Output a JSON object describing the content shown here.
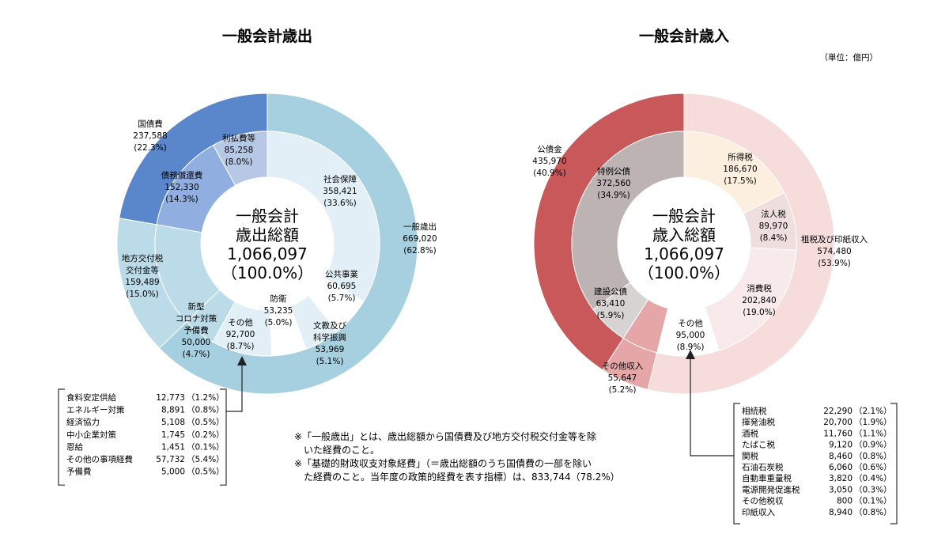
{
  "unit_label": "（単位：億円）",
  "footnotes": [
    "※「一般歳出」とは、歳出総額から国債費及び地方交付税交付金等を除",
    "　いた経費のこと。",
    "※「基礎的財政収支対象経費」（＝歳出総額のうち国債費の一部を除い",
    "　た経費のこと。当年度の政策的経費を表す指標）は、833,744（78.2%）"
  ],
  "chart_data": [
    {
      "type": "pie",
      "title": "一般会計歳出",
      "center_label": [
        "一般会計",
        "歳出総額",
        "1,066,097",
        "（100.0%）"
      ],
      "outer": [
        {
          "name": "一般歳出",
          "value": 669020,
          "pct": "62.8%",
          "color": "#a6cfdf"
        },
        {
          "name": "地方交付税 交付金等",
          "value": 159489,
          "pct": "15.0%",
          "color": "#bcdbe8"
        },
        {
          "name": "国債費",
          "value": 237588,
          "pct": "22.3%",
          "color": "#5a86cc"
        }
      ],
      "inner": [
        {
          "name": "社会保障",
          "value": 358421,
          "pct": "33.6%",
          "color": "#e2eff6"
        },
        {
          "name": "公共事業",
          "value": 60695,
          "pct": "5.7%",
          "color": "#ffffff"
        },
        {
          "name": "文教及び 科学振興",
          "value": 53969,
          "pct": "5.1%",
          "color": "#e2eff6"
        },
        {
          "name": "防衛",
          "value": 53235,
          "pct": "5.0%",
          "color": "#ffffff"
        },
        {
          "name": "その他",
          "value": 92700,
          "pct": "8.7%",
          "color": "#e2eff6"
        },
        {
          "name": "新型 コロナ対策 予備費",
          "value": 50000,
          "pct": "4.7%",
          "color": "#bcdbe8"
        },
        {
          "name": "地方交付税 交付金等",
          "value": 159489,
          "pct": "15.0%",
          "color": "#bcdbe8"
        },
        {
          "name": "債務償還費",
          "value": 152330,
          "pct": "14.3%",
          "color": "#90aee0"
        },
        {
          "name": "利払費等",
          "value": 85258,
          "pct": "8.0%",
          "color": "#b7c8e6"
        }
      ],
      "breakdown": [
        {
          "name": "食料安定供給",
          "value": "12,773",
          "pct": "（1.2%）"
        },
        {
          "name": "エネルギー対策",
          "value": "8,891",
          "pct": "（0.8%）"
        },
        {
          "name": "経済協力",
          "value": "5,108",
          "pct": "（0.5%）"
        },
        {
          "name": "中小企業対策",
          "value": "1,745",
          "pct": "（0.2%）"
        },
        {
          "name": "恩給",
          "value": "1,451",
          "pct": "（0.1%）"
        },
        {
          "name": "その他の事項経費",
          "value": "57,732",
          "pct": "（5.4%）"
        },
        {
          "name": "予備費",
          "value": "5,000",
          "pct": "（0.5%）"
        }
      ]
    },
    {
      "type": "pie",
      "title": "一般会計歳入",
      "center_label": [
        "一般会計",
        "歳入総額",
        "1,066,097",
        "（100.0%）"
      ],
      "outer": [
        {
          "name": "租税及び印紙収入",
          "value": 574480,
          "pct": "53.9%",
          "color": "#f7dcdc"
        },
        {
          "name": "その他収入",
          "value": 55647,
          "pct": "5.2%",
          "color": "#e4a6a6"
        },
        {
          "name": "公債金",
          "value": 435970,
          "pct": "40.9%",
          "color": "#c9585a"
        }
      ],
      "inner": [
        {
          "name": "所得税",
          "value": 186670,
          "pct": "17.5%",
          "color": "#fcefdf"
        },
        {
          "name": "法人税",
          "value": 89970,
          "pct": "8.4%",
          "color": "#efdede"
        },
        {
          "name": "消費税",
          "value": 202840,
          "pct": "19.0%",
          "color": "#f8eaea"
        },
        {
          "name": "その他",
          "value": 95000,
          "pct": "8.9%",
          "color": "#ffffff"
        },
        {
          "name": "その他収入",
          "value": 55647,
          "pct": "5.2%",
          "color": "#e4a6a6"
        },
        {
          "name": "建設公債",
          "value": 63410,
          "pct": "5.9%",
          "color": "#d8d3d3"
        },
        {
          "name": "特例公債",
          "value": 372560,
          "pct": "34.9%",
          "color": "#bdb3b3"
        }
      ],
      "breakdown": [
        {
          "name": "相続税",
          "value": "22,290",
          "pct": "（2.1%）"
        },
        {
          "name": "揮発油税",
          "value": "20,700",
          "pct": "（1.9%）"
        },
        {
          "name": "酒税",
          "value": "11,760",
          "pct": "（1.1%）"
        },
        {
          "name": "たばこ税",
          "value": "9,120",
          "pct": "（0.9%）"
        },
        {
          "name": "関税",
          "value": "8,460",
          "pct": "（0.8%）"
        },
        {
          "name": "石油石炭税",
          "value": "6,060",
          "pct": "（0.6%）"
        },
        {
          "name": "自動車重量税",
          "value": "3,820",
          "pct": "（0.4%）"
        },
        {
          "name": "電源開発促進税",
          "value": "3,050",
          "pct": "（0.3%）"
        },
        {
          "name": "その他税収",
          "value": "800",
          "pct": "（0.1%）"
        },
        {
          "name": "印紙収入",
          "value": "8,940",
          "pct": "（0.8%）"
        }
      ]
    }
  ]
}
